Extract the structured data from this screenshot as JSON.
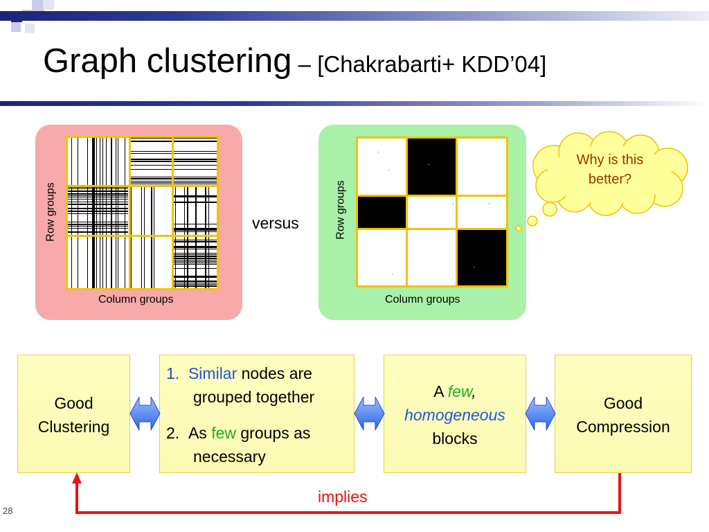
{
  "slide": {
    "title_main": "Graph clustering",
    "title_sub": " – [Chakrabarti+ KDD’04]",
    "page_number": "28"
  },
  "left_panel": {
    "row_label": "Row groups",
    "col_label": "Column groups"
  },
  "right_panel": {
    "row_label": "Row groups",
    "col_label": "Column groups"
  },
  "versus_text": "versus",
  "thought_bubble": {
    "line1": "Why is this",
    "line2": "better?"
  },
  "flow": {
    "box1": {
      "line1": "Good",
      "line2": "Clustering"
    },
    "box2": {
      "item1": {
        "number": "1.",
        "highlight": "Similar",
        "rest_line1": " nodes are",
        "line2": "grouped together"
      },
      "item2": {
        "number": "2.",
        "lead": "As ",
        "highlight": "few",
        "rest_line1": " groups as",
        "line2": "necessary"
      }
    },
    "box3": {
      "lead": "A ",
      "few": "few",
      "comma": ",",
      "homogeneous": "homogeneous",
      "blocks": "blocks"
    },
    "box4": {
      "line1": "Good",
      "line2": "Compression"
    },
    "implies_label": "implies"
  },
  "colors": {
    "title_bar_dark": "#1c2478",
    "left_panel_bg": "#f7a9a9",
    "right_panel_bg": "#a9f0a9",
    "grid_border": "#f2c200",
    "box_bg": "#ffffc0",
    "arrow_blue": "#3a78f2",
    "implies_red": "#ee1111"
  }
}
